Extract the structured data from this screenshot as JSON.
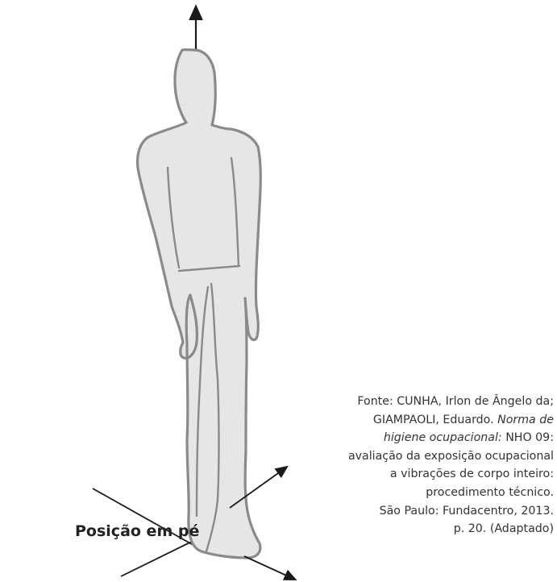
{
  "figure": {
    "label": "Posição em pé",
    "colors": {
      "body_fill": "#e6e6e6",
      "outline": "#8a8a8a",
      "axis": "#1a1a1a"
    },
    "icons": [
      "human-figure-icon",
      "arrow-up-icon",
      "arrow-right-icon",
      "arrow-down-right-icon"
    ]
  },
  "source": {
    "line1": "Fonte: CUNHA, Irlon de Ângelo da;",
    "line2_a": "GIAMPAOLI, Eduardo. ",
    "line2_b": "Norma de",
    "line3_a": "higiene ocupacional:",
    "line3_b": " NHO 09:",
    "line4": "avaliação da exposição ocupacional",
    "line5": "a vibrações de corpo inteiro:",
    "line6": "procedimento técnico.",
    "line7": "São Paulo: Fundacentro, 2013.",
    "line8": "p. 20. (Adaptado)"
  }
}
